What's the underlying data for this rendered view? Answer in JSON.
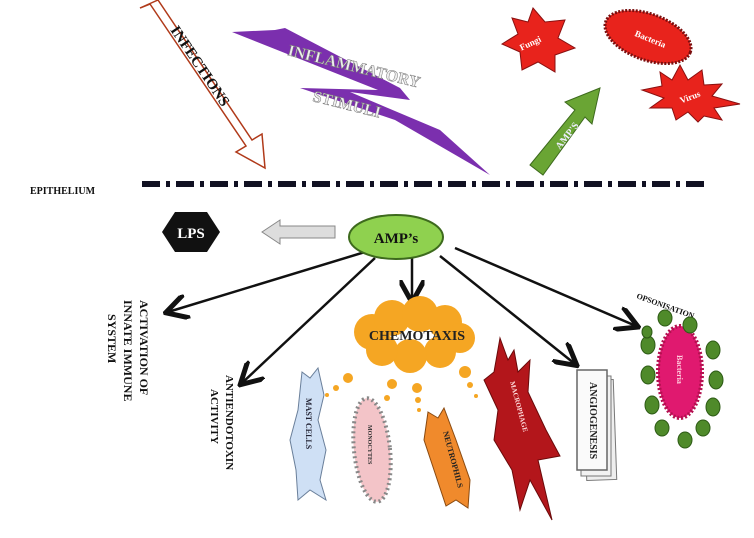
{
  "labels": {
    "infections": "INFECTIONS",
    "inflammatory": "INFLAMMATORY",
    "stimuli": "STIMULI",
    "fungi": "Fungi",
    "bacteria_top": "Bacteria",
    "virus": "Virus",
    "amps_arrow": "AMP'S",
    "epithelium": "EPITHELIUM",
    "lps": "LPS",
    "amps_center": "AMP’s",
    "activation": [
      "ACTIVATION OF",
      "INNATE IMMUNE",
      "SYSTEM"
    ],
    "antiendotoxin": [
      "ANTIENDOTOXIN",
      "ACTIVITY"
    ],
    "chemotaxis": "CHEMOTAXIS",
    "mast_cells": "MAST CELLS",
    "monocytes": "MONOCYTES",
    "neutrophils": "NEUTROPHILS",
    "macrophage": "MACROPHAGE",
    "angiogenesis": "ANGIOGENESIS",
    "opsonisation": "OPSONISATION",
    "bacteria_opson": "Bacteria"
  },
  "colors": {
    "purple": "#7b2fae",
    "red": "#e8231c",
    "green": "#6aa534",
    "amp_green": "#8fd14f",
    "orange": "#f5a623",
    "mast_blue": "#cfe0f5",
    "monocyte_pink": "#f3c4c8",
    "neutrophil_orange": "#f08a2c",
    "macrophage_red": "#b3161b",
    "bacteria_pink": "#e0196f",
    "opsonin_green": "#4f8a2a"
  }
}
